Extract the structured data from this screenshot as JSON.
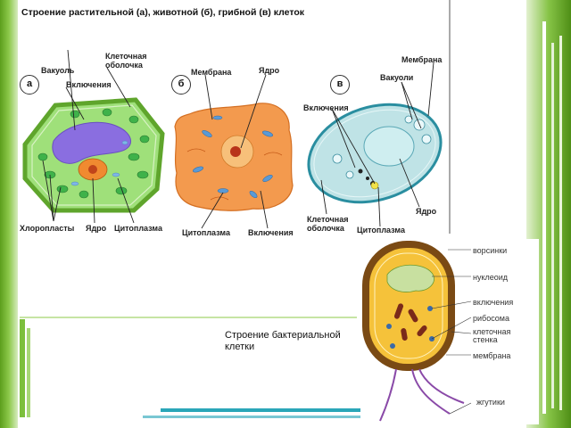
{
  "title": "Строение растительной (а), животной (б), грибной (в) клеток",
  "panel_letters": [
    "а",
    "б",
    "в"
  ],
  "plant_labels": {
    "cell_wall": "Клеточная оболочка",
    "vacuole": "Вакуоль",
    "inclusions": "Включения",
    "chloroplasts": "Хлоропласты",
    "nucleus": "Ядро",
    "cytoplasm": "Цитоплазма"
  },
  "animal_labels": {
    "membrane": "Мембрана",
    "nucleus": "Ядро",
    "cytoplasm": "Цитоплазма",
    "inclusions": "Включения"
  },
  "fungal_labels": {
    "membrane": "Мембрана",
    "vacuoles": "Вакуоли",
    "inclusions": "Включения",
    "nucleus": "Ядро",
    "cell_wall": "Клеточная оболочка",
    "cytoplasm": "Цитоплазма"
  },
  "bacteria_caption": "Строение бактериальной клетки",
  "bacteria_labels": [
    "ворсинки",
    "нуклеоид",
    "включения",
    "рибосома",
    "клеточная стенка",
    "мембрана",
    "жгутики"
  ],
  "colors": {
    "green_border": "#6fae2a",
    "plant_cell": "#9fe07a",
    "animal_cell": "#f39a4e",
    "fungal_cell": "#bfe3e6",
    "vacuole": "#8a6ee0",
    "teal_line": "#2aa6b8"
  }
}
